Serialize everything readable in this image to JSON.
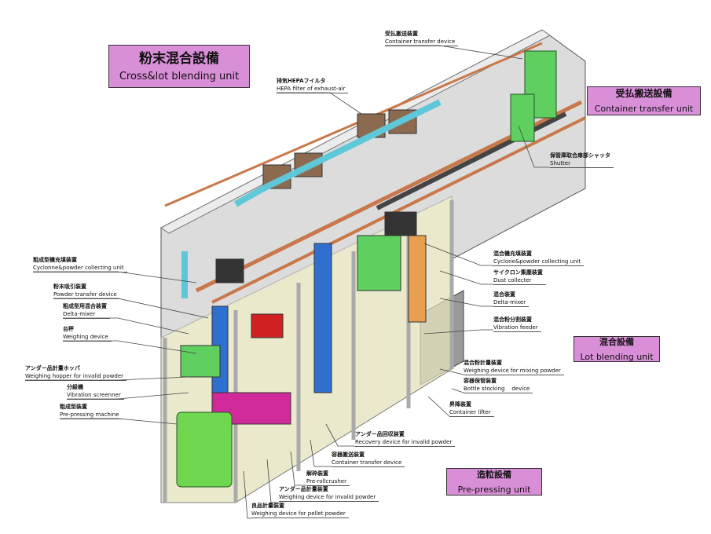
{
  "units": [
    {
      "jp": "粉末混合設備",
      "en": "Cross&lot blending unit"
    },
    {
      "jp": "受払搬送設備",
      "en": "Container transfer unit"
    },
    {
      "jp": "混合設備",
      "en": "Lot blending unit"
    },
    {
      "jp": "造粒設備",
      "en": "Pre-pressing unit"
    }
  ],
  "labels": [
    {
      "jp": "受払搬送装置",
      "en": "Container transfer device"
    },
    {
      "jp": "排気HEPAフイルタ",
      "en": "HEPA filter of exhaust-air"
    },
    {
      "jp": "保管庫取合扉部シャッタ",
      "en": "Shutter"
    },
    {
      "jp": "粗成型機充填装置",
      "en": "Cyclonne&powder collecting unit"
    },
    {
      "jp": "粉末吸引装置",
      "en": "Powder transfer device"
    },
    {
      "jp": "粗成型用混合装置",
      "en": "Delta-mixer"
    },
    {
      "jp": "台秤",
      "en": "Weighing device"
    },
    {
      "jp": "アンダー品計量ホッパ",
      "en": "Weighing hopper for invalid powder"
    },
    {
      "jp": "分級機",
      "en": "Vibration screenner"
    },
    {
      "jp": "粗成型装置",
      "en": "Pre-pressing machine"
    },
    {
      "jp": "混合機充填装置",
      "en": "Cyclone&powder collecting unit"
    },
    {
      "jp": "サイクロン集塵装置",
      "en": "Dust collecter"
    },
    {
      "jp": "混合装置",
      "en": "Delta-mixer"
    },
    {
      "jp": "混合粉分割装置",
      "en": "Vibration feeder"
    },
    {
      "jp": "混合粉計量装置",
      "en": "Weighing device for mixing powder"
    },
    {
      "jp": "容器保管装置",
      "en": "Bottle stocking    device"
    },
    {
      "jp": "昇降装置",
      "en": "Container lifter"
    },
    {
      "jp": "アンダー品回収装置",
      "en": "Recovery device for invalid powder"
    },
    {
      "jp": "容器搬送装置",
      "en": "Container transfer device"
    },
    {
      "jp": "解砕装置",
      "en": "Pre-rollcrusher"
    },
    {
      "jp": "アンダー品計量装置",
      "en": "Weighing device for invalid powder"
    },
    {
      "jp": "良品計量装置",
      "en": "Weighing device for pellet powder"
    }
  ],
  "colors": {
    "housing": "#dcdcdc",
    "frame": "#f4f0c4",
    "green": "#5fcf5f",
    "blue": "#2f6fd0",
    "cyan": "#5fc8d8",
    "brown": "#8b6a50",
    "magenta": "#d02a9a",
    "rail": "#c9784a",
    "box": "#d98ed8"
  }
}
